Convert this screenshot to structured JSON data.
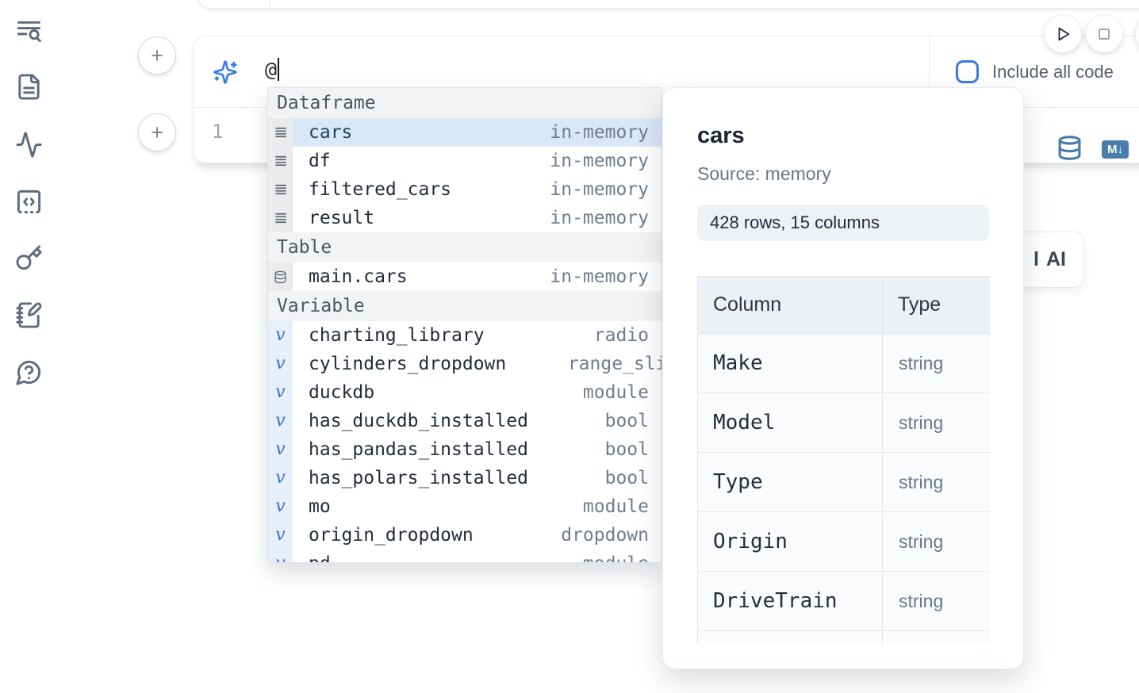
{
  "colors": {
    "accent_blue": "#3b7ae8",
    "steel_blue": "#4a7dab",
    "sidebar_icon": "#5b6b80",
    "selected_row_bg": "#d7e8f9"
  },
  "sidebar": {
    "icons": [
      "text-search",
      "file-text",
      "activity",
      "code-square-dashed",
      "key",
      "notebook-pen",
      "help-chat"
    ]
  },
  "run_controls": {
    "icons": [
      "play",
      "stop"
    ]
  },
  "add_cell_buttons": {
    "top_label": "+",
    "bottom_label": "+"
  },
  "ai_cell": {
    "prompt_value": "@",
    "include_all_code_label": "Include all code",
    "include_all_code_checked": false
  },
  "editor_cell": {
    "line_number": "1",
    "buttons": [
      "database",
      "markdown"
    ],
    "markdown_badge": "M↓"
  },
  "ai_edit_button": {
    "partial_text": "l",
    "label": "AI"
  },
  "autocomplete": {
    "sections": [
      {
        "label": "Dataframe",
        "kind": "dataframe",
        "icon": "dataframe-rows-icon",
        "items": [
          {
            "name": "cars",
            "detail": "in-memory",
            "selected": true
          },
          {
            "name": "df",
            "detail": "in-memory"
          },
          {
            "name": "filtered_cars",
            "detail": "in-memory"
          },
          {
            "name": "result",
            "detail": "in-memory"
          }
        ]
      },
      {
        "label": "Table",
        "kind": "table",
        "icon": "database-icon",
        "items": [
          {
            "name": "main.cars",
            "detail": "in-memory"
          }
        ]
      },
      {
        "label": "Variable",
        "kind": "variable",
        "icon": "variable-v-icon",
        "items": [
          {
            "name": "charting_library",
            "detail": "radio"
          },
          {
            "name": "cylinders_dropdown",
            "detail": "range_slider",
            "overflow": true
          },
          {
            "name": "duckdb",
            "detail": "module"
          },
          {
            "name": "has_duckdb_installed",
            "detail": "bool"
          },
          {
            "name": "has_pandas_installed",
            "detail": "bool"
          },
          {
            "name": "has_polars_installed",
            "detail": "bool"
          },
          {
            "name": "mo",
            "detail": "module"
          },
          {
            "name": "origin_dropdown",
            "detail": "dropdown"
          },
          {
            "name": "pd",
            "detail": "module",
            "clipped": true
          }
        ]
      }
    ]
  },
  "preview_panel": {
    "title": "cars",
    "source": "Source: memory",
    "stats": "428 rows, 15 columns",
    "table": {
      "headers": [
        "Column",
        "Type"
      ],
      "rows": [
        [
          "Make",
          "string"
        ],
        [
          "Model",
          "string"
        ],
        [
          "Type",
          "string"
        ],
        [
          "Origin",
          "string"
        ],
        [
          "DriveTrain",
          "string"
        ]
      ]
    }
  }
}
